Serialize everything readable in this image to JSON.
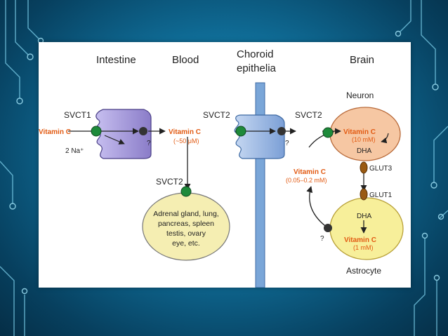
{
  "headers": {
    "intestine": "Intestine",
    "blood": "Blood",
    "choroid_line1": "Choroid",
    "choroid_line2": "epithelia",
    "brain": "Brain"
  },
  "labels": {
    "svct1": "SVCT1",
    "svct2_blood": "SVCT2",
    "svct2_choroid": "SVCT2",
    "svct2_brain": "SVCT2",
    "glut3": "GLUT3",
    "glut1": "GLUT1",
    "neuron": "Neuron",
    "astrocyte": "Astrocyte",
    "sodium": "2 Na⁺",
    "question": "?",
    "dha": "DHA",
    "vitamin_c": "Vitamin C"
  },
  "concentrations": {
    "blood": "(~50 μM)",
    "neuron": "(10 mM)",
    "brain_extracellular": "(0.05–0.2 mM)",
    "astrocyte": "(1 mM)"
  },
  "organs": {
    "lines": [
      "Adrenal gland, lung,",
      "pancreas, spleen",
      "testis, ovary",
      "eye, etc."
    ]
  },
  "colors": {
    "transporter_green": "#1e8a3a",
    "glut_brown": "#9a5a12",
    "vitamin_orange": "#e25a12",
    "cell_purple": "#a89ad6",
    "barrier_blue": "#7aa6d8",
    "neuron_fill": "#f6c7a3",
    "astrocyte_fill": "#f7ef9a"
  }
}
